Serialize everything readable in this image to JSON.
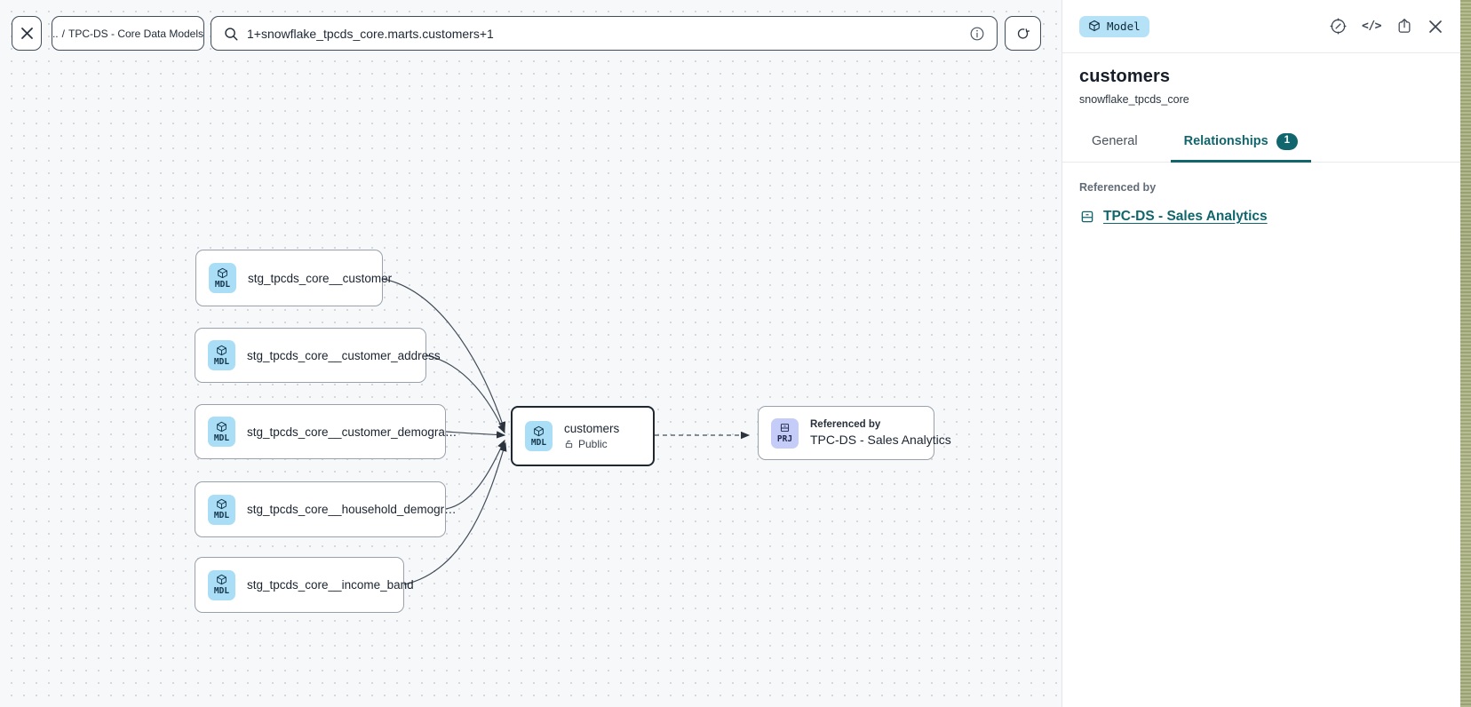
{
  "toolbar": {
    "breadcrumb": {
      "back": "..",
      "separator": "/",
      "current": "TPC-DS - Core Data Models"
    },
    "search": {
      "value": "1+snowflake_tpcds_core.marts.customers+1"
    }
  },
  "graph": {
    "nodes": [
      {
        "badge": "MDL",
        "label": "stg_tpcds_core__customer"
      },
      {
        "badge": "MDL",
        "label": "stg_tpcds_core__customer_address"
      },
      {
        "badge": "MDL",
        "label": "stg_tpcds_core__customer_demogra…"
      },
      {
        "badge": "MDL",
        "label": "stg_tpcds_core__household_demogr…"
      },
      {
        "badge": "MDL",
        "label": "stg_tpcds_core__income_band"
      }
    ],
    "selected": {
      "badge": "MDL",
      "label": "customers",
      "visibility": "Public"
    },
    "project": {
      "badge": "PRJ",
      "eyebrow": "Referenced by",
      "label": "TPC-DS - Sales Analytics"
    }
  },
  "panel": {
    "type_badge": "Model",
    "title": "customers",
    "subtitle": "snowflake_tpcds_core",
    "tabs": [
      {
        "label": "General"
      },
      {
        "label": "Relationships",
        "count": "1"
      }
    ],
    "content": {
      "section_label": "Referenced by",
      "link": "TPC-DS - Sales Analytics"
    }
  },
  "colors": {
    "accent_teal": "#11666d",
    "model_badge_bg": "#a9def6",
    "project_badge_bg": "#c6ccf8",
    "canvas_bg": "#f7f8fa",
    "selected_border": "#1f2731"
  }
}
